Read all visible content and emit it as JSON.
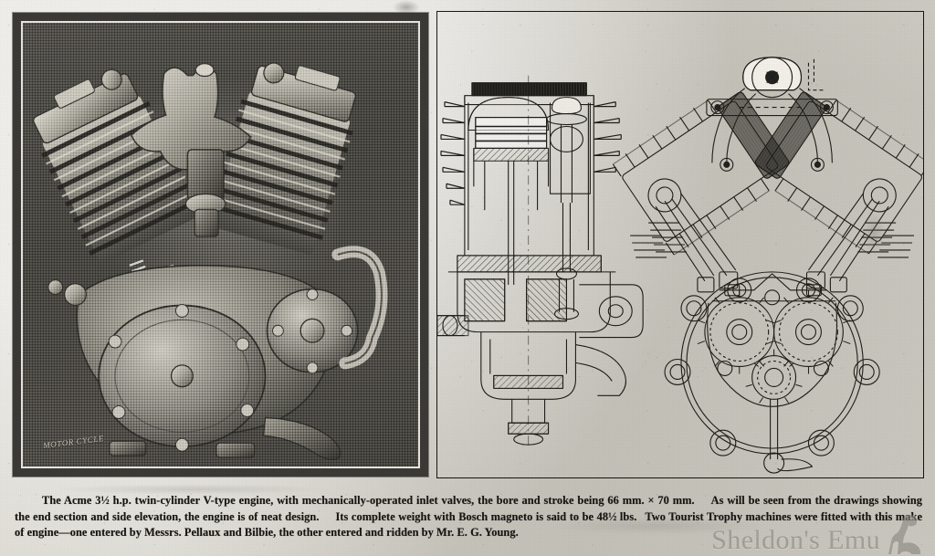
{
  "document": {
    "type": "scanned-magazine-page",
    "subject": "Acme 3½ h.p. twin-cylinder V-type engine",
    "paper_color": "#dcdad2",
    "ink_color": "#161512"
  },
  "photo": {
    "alt": "Halftone photograph of the Acme 3½ h.p. V-twin motorcycle engine, three-quarter view showing both finned cylinders, carburettor, timing case and magneto drive",
    "credit": "MOTOR CYCLE",
    "frame_color": "#3b3a36",
    "keyline_color": "#e9e7e0"
  },
  "drawings": {
    "panel_border_color": "#17160f",
    "items": [
      {
        "name": "end-section-drawing",
        "alt": "Cross-sectional end view of one cylinder showing piston, rings, combustion chamber, mechanically-operated inlet valve, valve stem, tappet, crankcase and mainshaft bearing"
      },
      {
        "name": "side-elevation-drawing",
        "alt": "Side elevation of the V-twin engine showing both cylinders, push rods, rocker gear, magneto platform on top of the vee and the timing gear train inside the circular timing cover"
      }
    ]
  },
  "caption": {
    "line1_part1": "The Acme 3½ h.p. twin-cylinder V-type engine, with mechanically-operated inlet valves, the bore and stroke being 66 mm. × 70 mm.",
    "line1_part2": "As will be seen from the",
    "line2_part1": "drawings showing the end section and side elevation, the engine is of neat design.",
    "line2_part2": "Its complete weight with Bosch magneto is said to be 48½ lbs.",
    "line2_part3": "Two Tourist",
    "line3": "Trophy machines were fitted with this make of engine—one entered by Messrs. Pellaux and Bilbie, the other entered and ridden by Mr. E. G. Young."
  },
  "watermark": {
    "text": "Sheldon's Emu",
    "icon": "emu-bird-icon",
    "color": "#8c8a84"
  }
}
